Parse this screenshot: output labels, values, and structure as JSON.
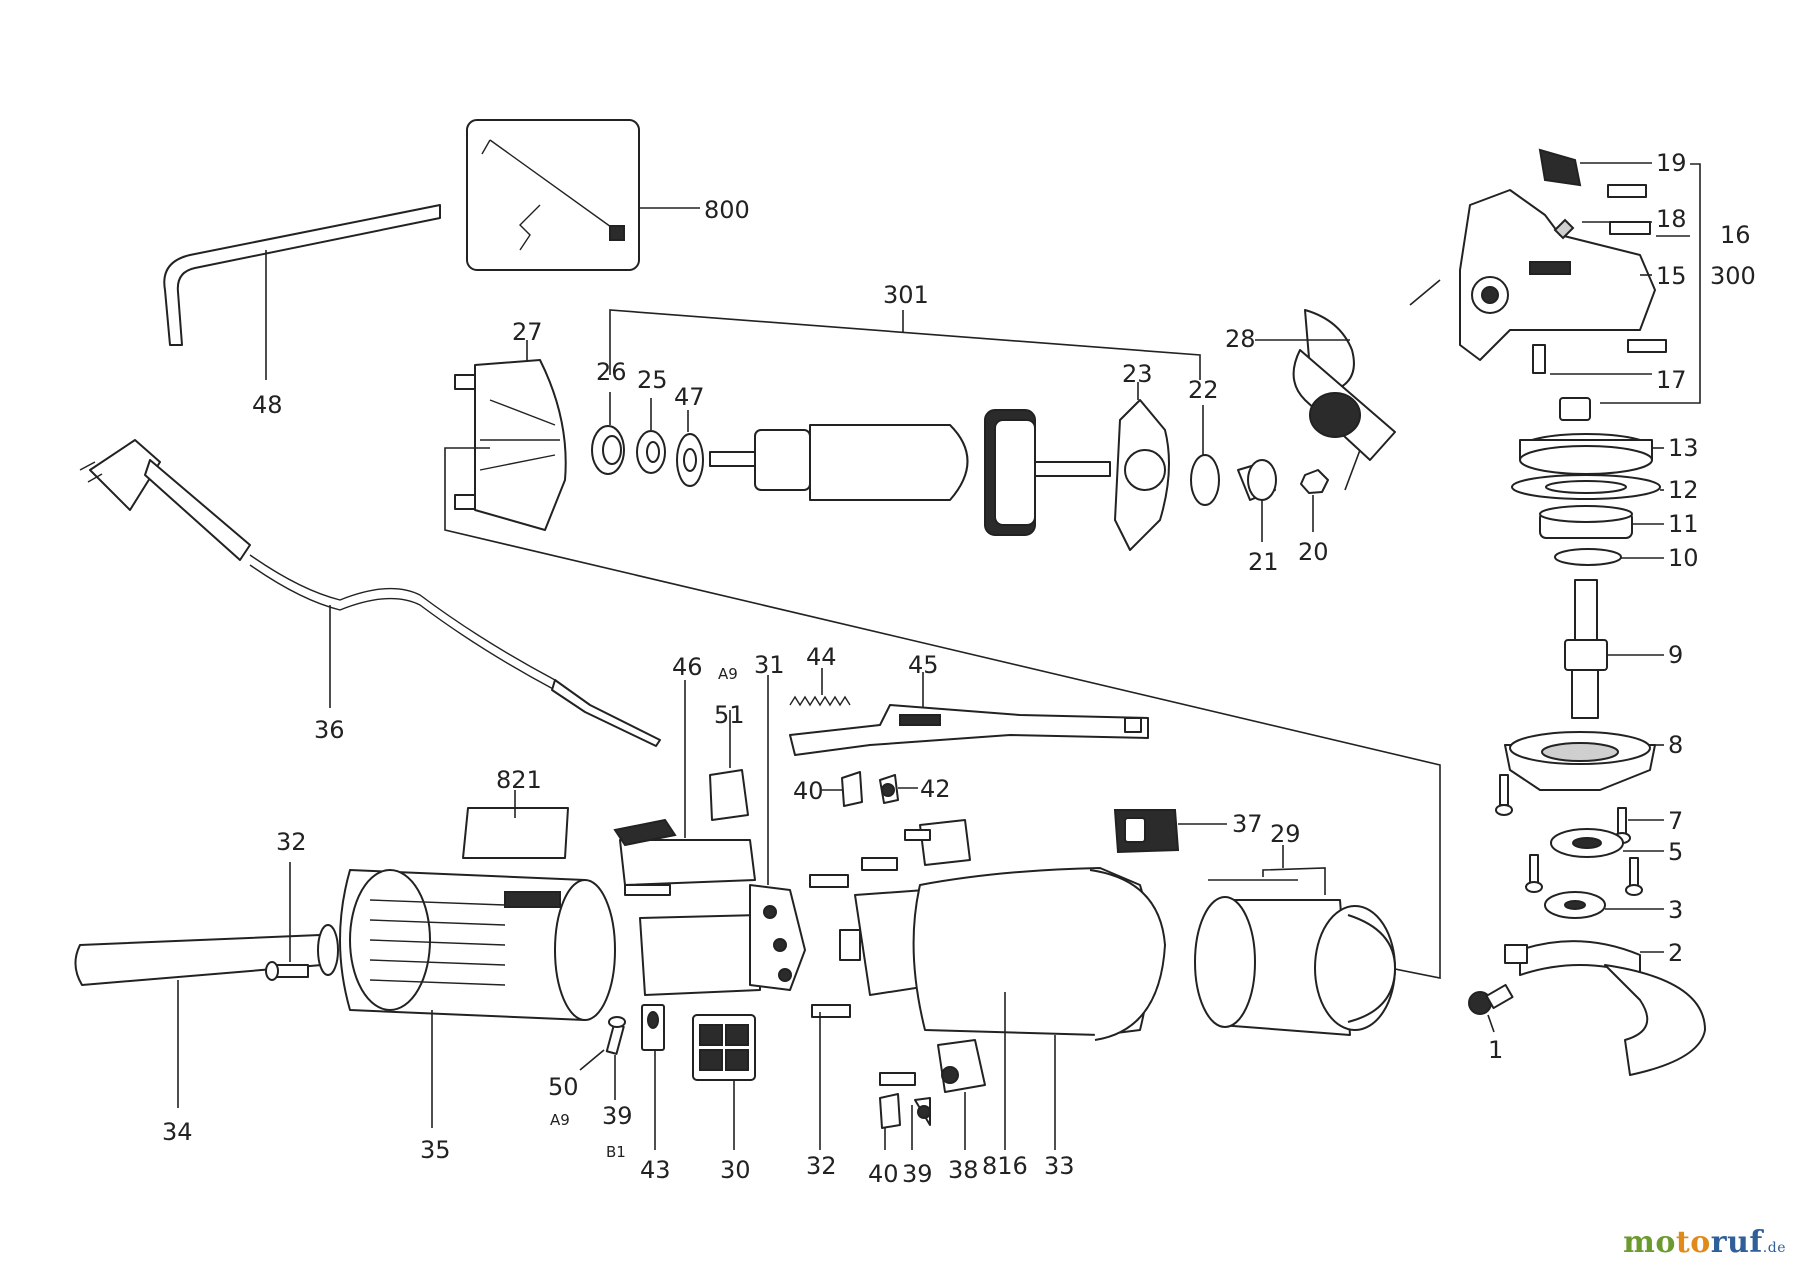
{
  "callouts": [
    {
      "id": "c800",
      "text": "800"
    },
    {
      "id": "c48",
      "text": "48"
    },
    {
      "id": "c301",
      "text": "301"
    },
    {
      "id": "c27",
      "text": "27"
    },
    {
      "id": "c26",
      "text": "26"
    },
    {
      "id": "c25",
      "text": "25"
    },
    {
      "id": "c47",
      "text": "47"
    },
    {
      "id": "c23",
      "text": "23"
    },
    {
      "id": "c22",
      "text": "22"
    },
    {
      "id": "c21",
      "text": "21"
    },
    {
      "id": "c20",
      "text": "20"
    },
    {
      "id": "c28",
      "text": "28"
    },
    {
      "id": "c19",
      "text": "19"
    },
    {
      "id": "c18",
      "text": "18"
    },
    {
      "id": "c16",
      "text": "16"
    },
    {
      "id": "c15",
      "text": "15"
    },
    {
      "id": "c300",
      "text": "300"
    },
    {
      "id": "c17",
      "text": "17"
    },
    {
      "id": "c13",
      "text": "13"
    },
    {
      "id": "c12",
      "text": "12"
    },
    {
      "id": "c11",
      "text": "11"
    },
    {
      "id": "c10",
      "text": "10"
    },
    {
      "id": "c9",
      "text": "9"
    },
    {
      "id": "c8",
      "text": "8"
    },
    {
      "id": "c7",
      "text": "7"
    },
    {
      "id": "c5",
      "text": "5"
    },
    {
      "id": "c3",
      "text": "3"
    },
    {
      "id": "c2",
      "text": "2"
    },
    {
      "id": "c1",
      "text": "1"
    },
    {
      "id": "c36",
      "text": "36"
    },
    {
      "id": "c46",
      "text": "46"
    },
    {
      "id": "cA9a",
      "text": "A9"
    },
    {
      "id": "c31",
      "text": "31"
    },
    {
      "id": "c44",
      "text": "44"
    },
    {
      "id": "c45",
      "text": "45"
    },
    {
      "id": "c51",
      "text": "51"
    },
    {
      "id": "c40a",
      "text": "40"
    },
    {
      "id": "c42",
      "text": "42"
    },
    {
      "id": "c821",
      "text": "821"
    },
    {
      "id": "c32a",
      "text": "32"
    },
    {
      "id": "c37",
      "text": "37"
    },
    {
      "id": "c29",
      "text": "29"
    },
    {
      "id": "c34",
      "text": "34"
    },
    {
      "id": "c35",
      "text": "35"
    },
    {
      "id": "c50",
      "text": "50"
    },
    {
      "id": "cA9b",
      "text": "A9"
    },
    {
      "id": "c39a",
      "text": "39"
    },
    {
      "id": "cB1",
      "text": "B1"
    },
    {
      "id": "c43",
      "text": "43"
    },
    {
      "id": "c30",
      "text": "30"
    },
    {
      "id": "c32b",
      "text": "32"
    },
    {
      "id": "c40b",
      "text": "40"
    },
    {
      "id": "c39b",
      "text": "39"
    },
    {
      "id": "c38",
      "text": "38"
    },
    {
      "id": "c816",
      "text": "816"
    },
    {
      "id": "c33",
      "text": "33"
    }
  ],
  "brand": {
    "part1": "mo",
    "part2": "to",
    "part3": "ruf",
    "tld": ".de"
  },
  "colors": {
    "ink": "#222222",
    "brand_green": "#6b9a2f",
    "brand_orange": "#e08a1c",
    "brand_blue": "#2f5f9a"
  }
}
